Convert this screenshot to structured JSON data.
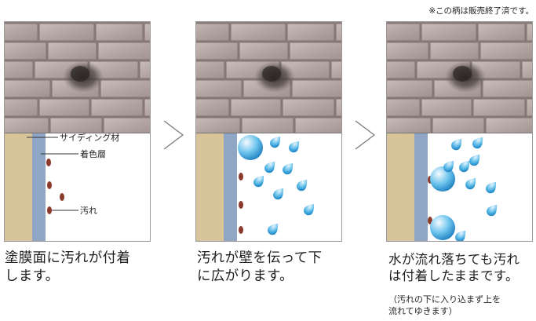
{
  "notice": "※この柄は販売終了済です。",
  "panels": [
    {
      "caption": "塗膜面に汚れが付着\nします。",
      "labels": {
        "siding": "サイディング材",
        "color_layer": "着色層",
        "dirt": "汚れ"
      }
    },
    {
      "caption": "汚れが壁を伝って下\nに広がります。"
    },
    {
      "caption": "水が流れ落ちても汚れ\nは付着したままです。",
      "note": "（汚れの下に入り込まず上を\n流れてゆきます）"
    }
  ],
  "colors": {
    "siding": "#d7c49a",
    "color_layer": "#8fa6c4",
    "dirt": "#8b3a2b",
    "water": "#3aa0d8",
    "brick": "#b7a9a6"
  }
}
